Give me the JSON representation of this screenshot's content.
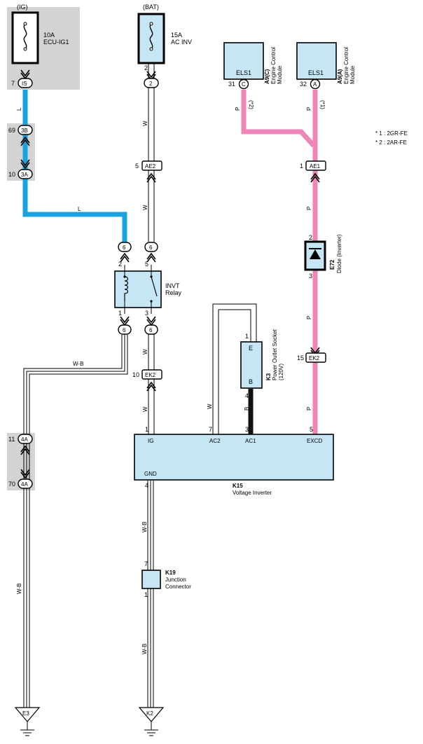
{
  "power_sources": {
    "ig": "(IG)",
    "bat": "(BAT)"
  },
  "fuses": {
    "ecu_ig1": {
      "rating": "10A",
      "name": "ECU-IG1"
    },
    "ac_inv": {
      "rating": "15A",
      "name": "AC INV"
    }
  },
  "ecm": {
    "left": {
      "terminal": "ELS1",
      "code": "A9(C)",
      "name_line1": "Engine Control",
      "name_line2": "Module",
      "pin": "31",
      "pin_letter": "C",
      "note": "(*2)"
    },
    "right": {
      "terminal": "ELS1",
      "code": "A9(A)",
      "name_line1": "Engine Control",
      "name_line2": "Module",
      "pin": "32",
      "pin_letter": "A",
      "note": "(*1)"
    }
  },
  "notes": {
    "n1": "* 1 : 2GR-FE",
    "n2": "* 2 : 2AR-FE"
  },
  "connectors": {
    "is_pin": "7",
    "is_label": "IS",
    "b3_pin": "69",
    "b3_label": "3B",
    "a3_pin": "10",
    "a3_label": "3A",
    "bat2_pin": "2",
    "bat2_label": "2",
    "ae2_pin": "5",
    "ae2_label": "AE2",
    "ae1_pin": "1",
    "ae1_label": "AE1",
    "relay_in_left": "6",
    "relay_in_right": "6",
    "relay_out_left": "6",
    "relay_out_right": "6",
    "ek2_left_pin": "10",
    "ek2_label": "EK2",
    "ek2_right_pin": "15",
    "a4_top_pin": "11",
    "a4_top_label": "4A",
    "a4_bot_pin": "70",
    "a4_bot_label": "4A"
  },
  "relay": {
    "name_line1": "INVT",
    "name_line2": "Relay",
    "pin_top_left": "2",
    "pin_top_right": "5",
    "pin_bot_left": "1",
    "pin_bot_right": "3"
  },
  "diode": {
    "code": "E72",
    "name": "Diode (Inverter)",
    "pin_top": "2",
    "pin_bot": "3"
  },
  "socket": {
    "code": "K3",
    "name_line1": "Power Outlet Socket",
    "name_line2": "(120V)",
    "term_e": "E",
    "term_b": "B",
    "pin_top": "1",
    "pin_bot": "4"
  },
  "inverter": {
    "code": "K15",
    "name": "Voltage Inverter",
    "terminals": [
      "IG",
      "AC2",
      "AC1",
      "EXCD",
      "GND"
    ],
    "pins": {
      "ig": "1",
      "ac2": "7",
      "ac1": "3",
      "excd": "5",
      "gnd": "4"
    }
  },
  "junction": {
    "code": "K19",
    "name_line1": "Junction",
    "name_line2": "Connector",
    "pin_top": "7",
    "pin_bot": "1"
  },
  "grounds": {
    "left": "E3",
    "right": "K2"
  },
  "wire_colors": {
    "l": "L",
    "w": "W",
    "p": "P",
    "b": "B",
    "wb": "W-B"
  },
  "colors": {
    "blue_wire": "#1aa3e0",
    "pink_wire": "#ee86b8",
    "black_wire": "#111111",
    "component_fill": "#c6e6f6",
    "gray_block": "#d3d3d3"
  }
}
